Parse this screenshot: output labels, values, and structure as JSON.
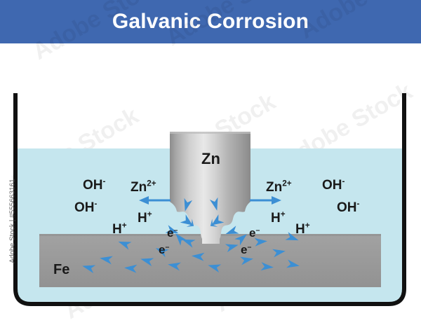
{
  "banner": {
    "title": "Galvanic Corrosion",
    "background_color": "#3f68b0",
    "text_color": "#ffffff"
  },
  "diagram": {
    "name": "galvanic-corrosion-cell",
    "beaker": {
      "outline_color": "#111111",
      "electrolyte_color": "#c5e6ee",
      "electrolyte_label": ""
    },
    "zinc_electrode": {
      "label": "Zn",
      "metal_light": "#e4e4e4",
      "metal_dark": "#8f8f8f"
    },
    "iron_plate": {
      "label": "Fe",
      "color": "#9a9a9a"
    },
    "arrow_color": "#3c8fd4",
    "labels": {
      "hydroxide_left_upper": {
        "text": "OH",
        "charge": "-"
      },
      "hydroxide_left_lower": {
        "text": "OH",
        "charge": "-"
      },
      "hydroxide_right_upper": {
        "text": "OH",
        "charge": "-"
      },
      "hydroxide_right_lower": {
        "text": "OH",
        "charge": "-"
      },
      "zinc_ion_left": {
        "text": "Zn",
        "charge": "2+"
      },
      "zinc_ion_right": {
        "text": "Zn",
        "charge": "2+"
      },
      "proton_left_outer": {
        "text": "H",
        "charge": "+"
      },
      "proton_left_inner": {
        "text": "H",
        "charge": "+"
      },
      "proton_right_inner": {
        "text": "H",
        "charge": "+"
      },
      "proton_right_outer": {
        "text": "H",
        "charge": "+"
      },
      "electron_left_upper": {
        "text": "e",
        "charge": "–"
      },
      "electron_left_lower": {
        "text": "e",
        "charge": "–"
      },
      "electron_right_upper": {
        "text": "e",
        "charge": "–"
      },
      "electron_right_lower": {
        "text": "e",
        "charge": "–"
      }
    }
  },
  "watermark": {
    "side_text": "Adobe Stock | #555663161",
    "tile_text": "Adobe Stock"
  }
}
